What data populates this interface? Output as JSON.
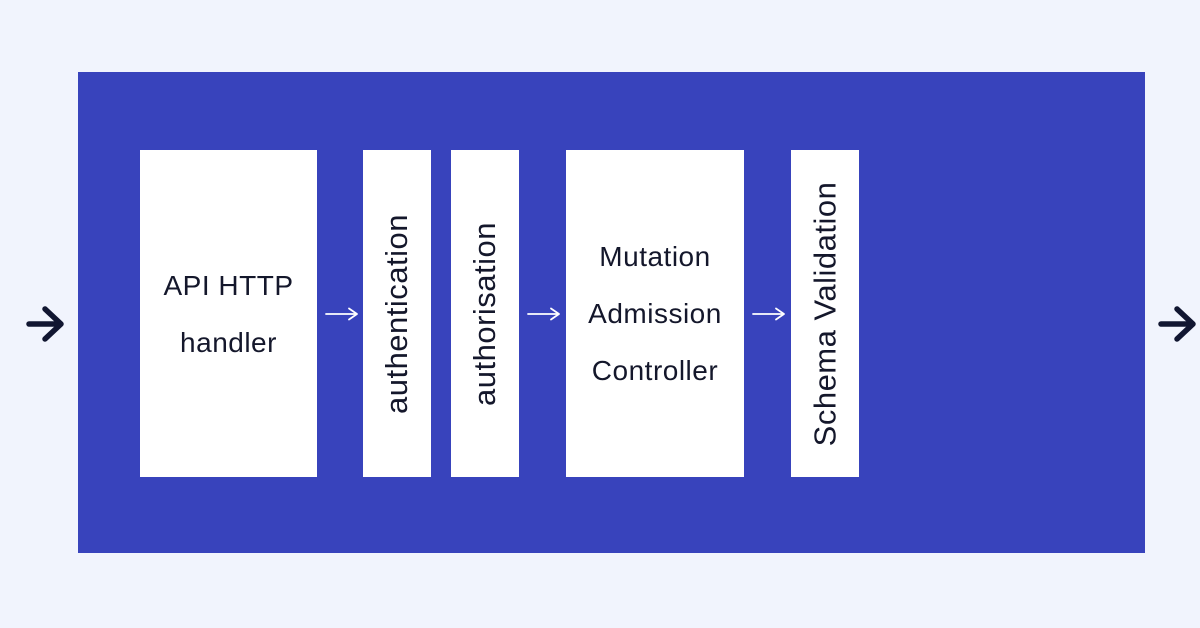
{
  "diagram": {
    "colors": {
      "background": "#F1F4FD",
      "panel": "#3843BC",
      "node_background": "#FFFFFF",
      "node_text": "#14172B",
      "connector_arrow": "#FFFFFF",
      "outer_arrow": "#111631"
    },
    "icons": {
      "entry": "arrow-right-icon",
      "exit": "arrow-right-icon",
      "connector": "arrow-right-icon"
    },
    "nodes": [
      {
        "name": "api-http-handler",
        "label": "API HTTP handler",
        "orientation": "horizontal",
        "lines": [
          "API HTTP",
          "handler"
        ]
      },
      {
        "name": "authentication",
        "label": "authentication",
        "orientation": "vertical"
      },
      {
        "name": "authorisation",
        "label": "authorisation",
        "orientation": "vertical"
      },
      {
        "name": "mutation-admission-controller",
        "label": "Mutation Admission Controller",
        "orientation": "horizontal",
        "lines": [
          "Mutation",
          "Admission",
          "Controller"
        ]
      },
      {
        "name": "schema-validation",
        "label": "Schema Validation",
        "orientation": "vertical"
      }
    ]
  }
}
